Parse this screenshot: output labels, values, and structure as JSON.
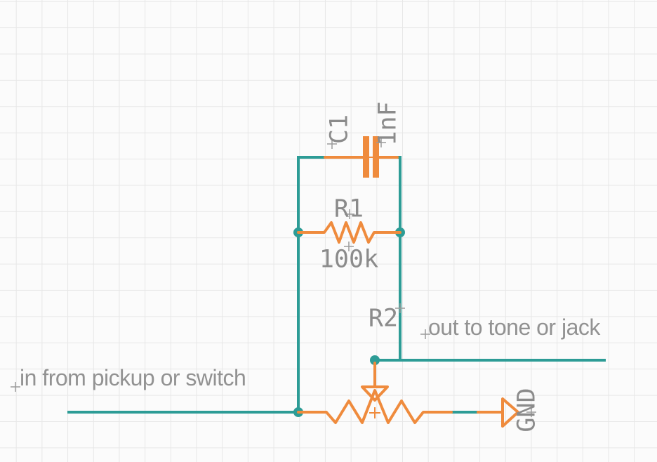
{
  "colors": {
    "wire": "#2d9c96",
    "component": "#ef8b3d",
    "text": "#8b8b8b",
    "label": "#929292",
    "anchor": "#9b9b9b",
    "grid": "#e7e7e7",
    "background": "#fbfbfb"
  },
  "components": {
    "capacitor": {
      "ref": "C1",
      "value": "1nF"
    },
    "resistor": {
      "ref": "R1",
      "value": "100k"
    },
    "potentiometer": {
      "ref": "R2"
    },
    "power": {
      "label": "GND"
    }
  },
  "net_labels": {
    "input": "in from pickup or switch",
    "output": "out to tone or jack"
  }
}
